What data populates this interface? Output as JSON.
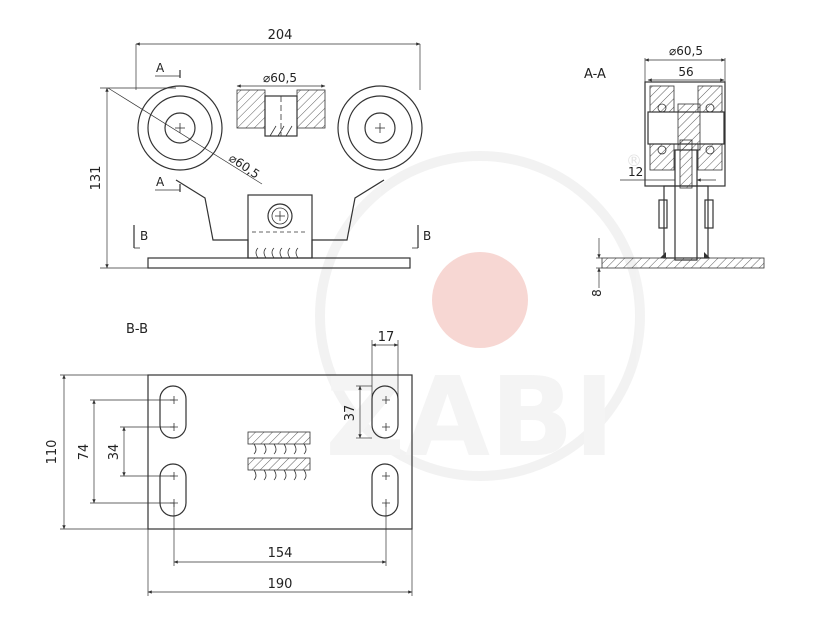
{
  "views": {
    "front_label_a1": "A",
    "front_label_a2": "A",
    "front_label_b1": "B",
    "front_label_b2": "B",
    "section_aa_title": "A-A",
    "section_bb_title": "B-B"
  },
  "dimensions": {
    "overall_width": "204",
    "height": "131",
    "wheel_diameter_top": "⌀60,5",
    "wheel_diameter_diag": "⌀60,5",
    "aa_diameter": "⌀60,5",
    "aa_width": "56",
    "aa_gap": "12",
    "plate_thickness": "8",
    "slot_width": "17",
    "slot_length": "37",
    "plate_height": "110",
    "hole_spacing_outer": "74",
    "hole_spacing_inner": "34",
    "hole_spacing_x": "154",
    "plate_width": "190"
  },
  "watermark": {
    "text": "ZABI",
    "mark": "®",
    "accent_color": "#f2b8b0"
  }
}
